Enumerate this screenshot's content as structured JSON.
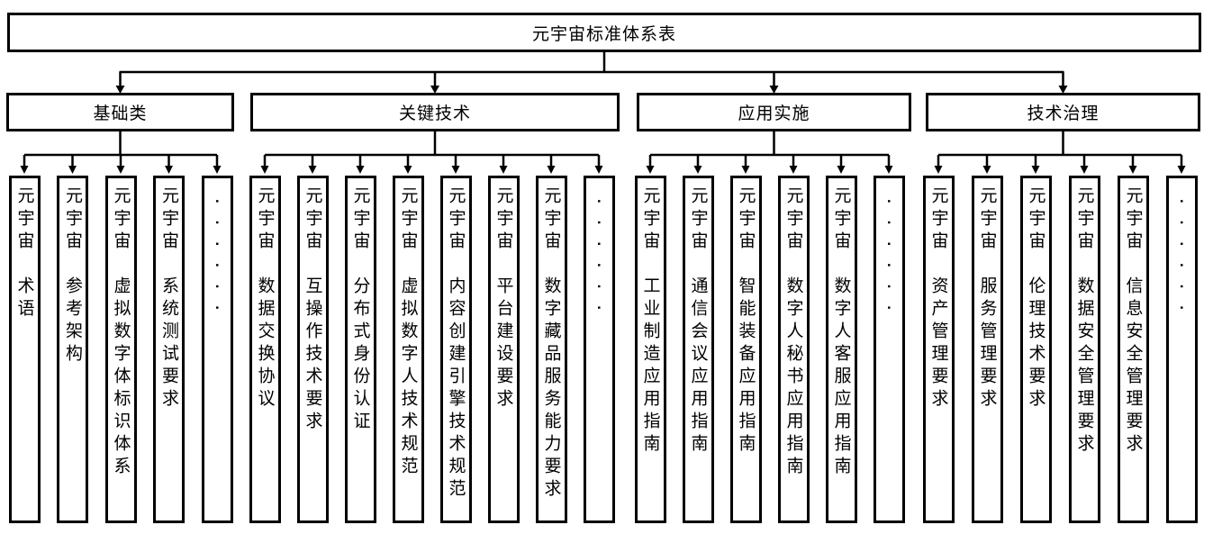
{
  "diagram": {
    "title": "元宇宙标准体系表",
    "colors": {
      "background": "#ffffff",
      "line": "#000000",
      "box_border": "#000000",
      "text": "#000000"
    },
    "groups": [
      {
        "label": "基础类",
        "children": [
          "元宇宙　术语",
          "元宇宙　参考架构",
          "元宇宙　虚拟数字体标识体系",
          "元宇宙　系统测试要求",
          "······"
        ]
      },
      {
        "label": "关键技术",
        "children": [
          "元宇宙　数据交换协议",
          "元宇宙　互操作技术要求",
          "元宇宙　分布式身份认证",
          "元宇宙　虚拟数字人技术规范",
          "元宇宙　内容创建引擎技术规范",
          "元宇宙　平台建设要求",
          "元宇宙　数字藏品服务能力要求",
          "······"
        ]
      },
      {
        "label": "应用实施",
        "children": [
          "元宇宙　工业制造应用指南",
          "元宇宙　通信会议应用指南",
          "元宇宙　智能装备应用指南",
          "元宇宙　数字人秘书应用指南",
          "元宇宙　数字人客服应用指南",
          "······"
        ]
      },
      {
        "label": "技术治理",
        "children": [
          "元宇宙　资产管理要求",
          "元宇宙　服务管理要求",
          "元宇宙　伦理技术要求",
          "元宇宙　数据安全管理要求",
          "元宇宙　信息安全管理要求",
          "······"
        ]
      }
    ]
  }
}
